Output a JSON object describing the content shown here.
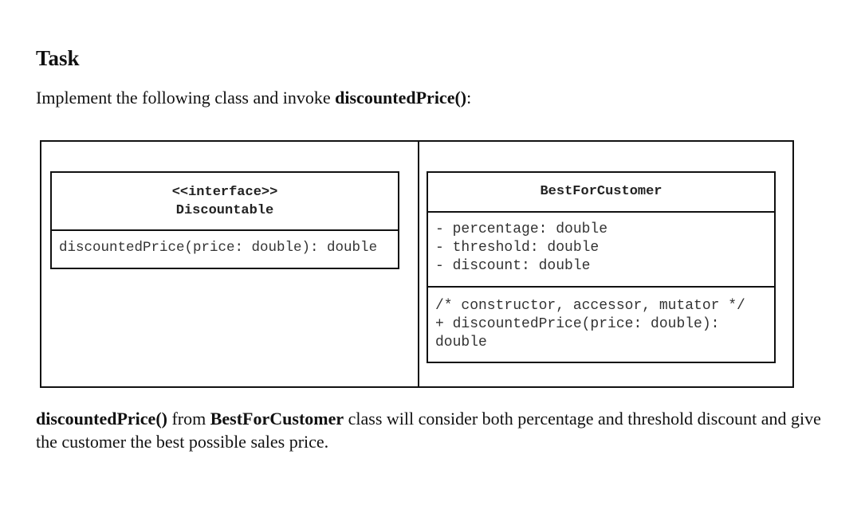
{
  "task": {
    "heading": "Task",
    "intro_text": "Implement the following class and invoke ",
    "intro_method": "discountedPrice()",
    "intro_end": ":"
  },
  "interface_box": {
    "stereotype": "<<interface>>",
    "name": "Discountable",
    "methods": [
      "discountedPrice(price: double): double"
    ]
  },
  "class_box": {
    "name": "BestForCustomer",
    "attributes": [
      "- percentage: double",
      "- threshold: double",
      "- discount: double"
    ],
    "methods": [
      "/* constructor, accessor, mutator */",
      "+ discountedPrice(price: double):",
      "double"
    ]
  },
  "footer": {
    "method": "discountedPrice()",
    "from_word": " from ",
    "class_name": "BestForCustomer",
    "rest": " class will consider both percentage and threshold discount and give the customer the best possible sales price."
  }
}
